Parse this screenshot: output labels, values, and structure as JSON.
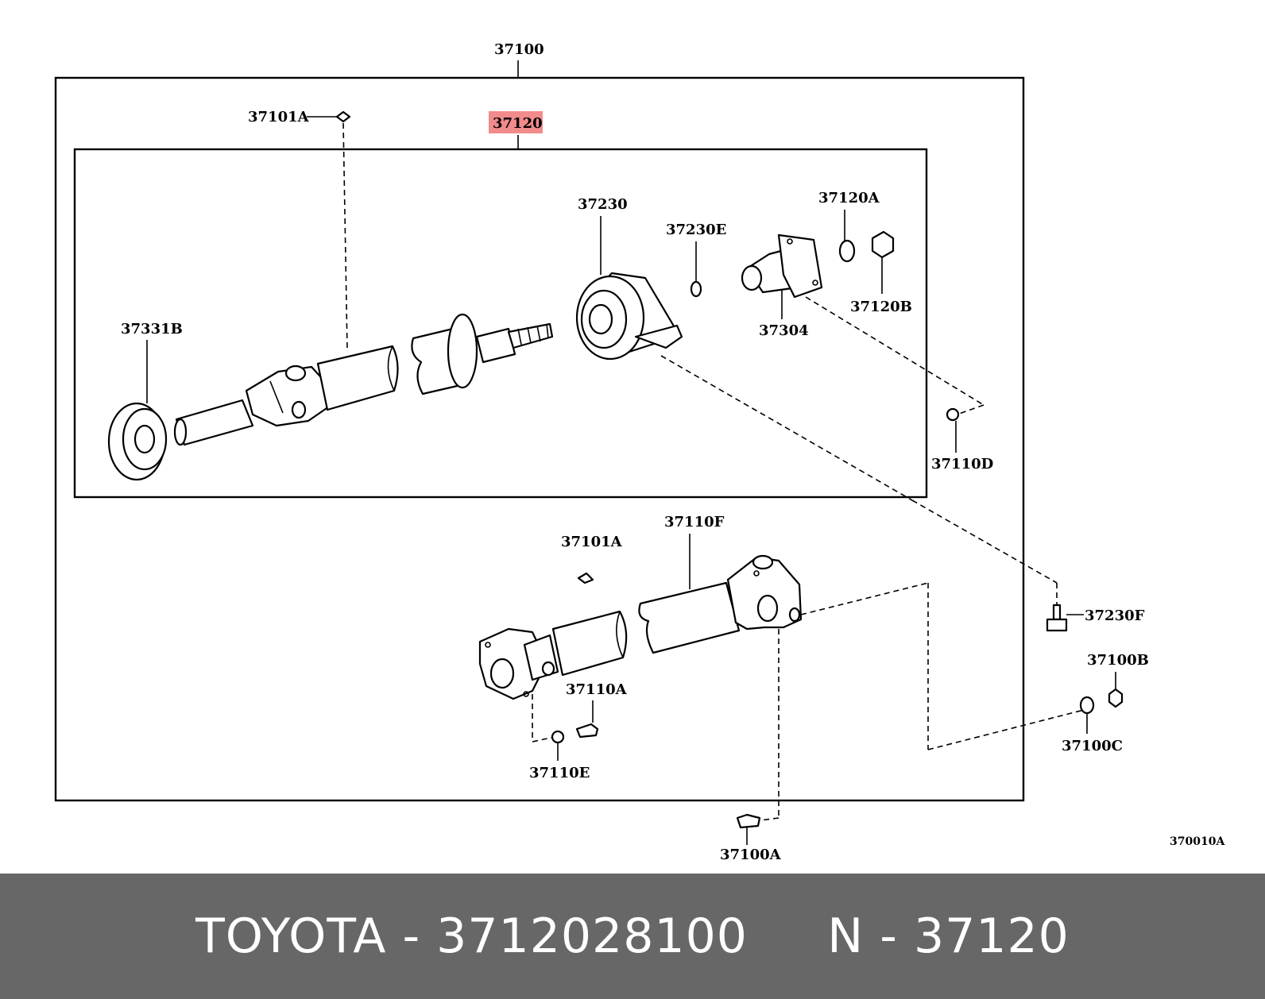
{
  "diagram": {
    "labels": {
      "p37100": "37100",
      "p37101a_top": "37101A",
      "p37120": "37120",
      "p37230": "37230",
      "p37230e": "37230E",
      "p37120a": "37120A",
      "p37120b": "37120B",
      "p37304": "37304",
      "p37331b": "37331B",
      "p37110d": "37110D",
      "p37101a_bottom": "37101A",
      "p37110f": "37110F",
      "p37230f": "37230F",
      "p37100b": "37100B",
      "p37100c": "37100C",
      "p37110a": "37110A",
      "p37110e": "37110E",
      "p37100a": "37100A",
      "ref_code": "370010A"
    },
    "highlight_color": "#f28b8b"
  },
  "footer": {
    "text": "TOYOTA - 3712028100     N - 37120",
    "bg_color": "#676767"
  }
}
